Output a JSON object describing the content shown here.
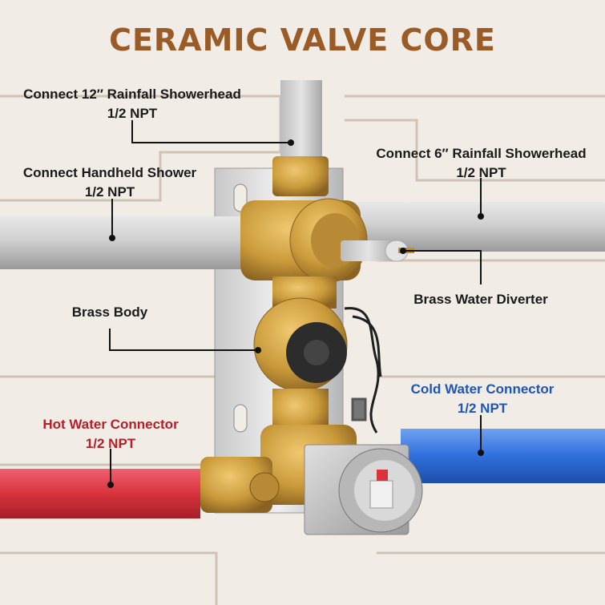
{
  "title": "CERAMIC VALVE CORE",
  "colors": {
    "title": "#9a5b27",
    "label": "#1a1a1a",
    "hot": "#b3202a",
    "cold": "#1f55b3",
    "brass": "#c99a3a",
    "pipe": "#c9c9c9",
    "hot_pipe": "#d9333d",
    "cold_pipe": "#2f6fdc"
  },
  "callouts": {
    "rainfall_12": {
      "line1": "Connect 12″ Rainfall Showerhead",
      "line2": "1/2 NPT"
    },
    "rainfall_6": {
      "line1": "Connect 6″ Rainfall Showerhead",
      "line2": "1/2 NPT"
    },
    "handheld": {
      "line1": "Connect Handheld Shower",
      "line2": "1/2 NPT"
    },
    "diverter": {
      "line1": "Brass Water Diverter"
    },
    "body": {
      "line1": "Brass Body"
    },
    "cold": {
      "line1": "Cold Water Connector",
      "line2": "1/2 NPT"
    },
    "hot": {
      "line1": "Hot Water Connector",
      "line2": "1/2 NPT"
    }
  },
  "icons": [
    "valve-illustration",
    "mounting-bracket",
    "cable-icon",
    "trim-cap-icon"
  ]
}
